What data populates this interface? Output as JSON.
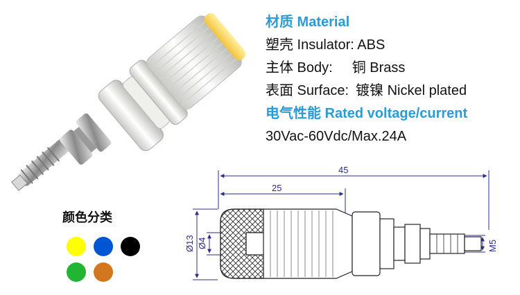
{
  "specs": {
    "material_heading": "材质 Material",
    "insulator": "塑壳 Insulator: ABS",
    "body_label": "主体 Body:",
    "body_value": "铜 Brass",
    "surface_label": "表面 Surface:",
    "surface_value": "镀镍 Nickel plated",
    "rating_heading": "电气性能 Rated voltage/current",
    "rating_value": "30Vac-60Vdc/Max.24A"
  },
  "colors": {
    "title": "颜色分类",
    "swatches": [
      {
        "name": "yellow",
        "hex": "#ffff00"
      },
      {
        "name": "blue",
        "hex": "#0055d4"
      },
      {
        "name": "black",
        "hex": "#000000"
      },
      {
        "name": "green",
        "hex": "#22b534"
      },
      {
        "name": "orange",
        "hex": "#d2771e"
      }
    ]
  },
  "drawing": {
    "overall_length": "45",
    "head_length": "25",
    "head_diameter": "Ø13",
    "bore_diameter": "Ø4",
    "thread": "M5"
  },
  "palette": {
    "heading_blue": "#2b9bd6",
    "dimension_blue": "#2a2d8c"
  }
}
